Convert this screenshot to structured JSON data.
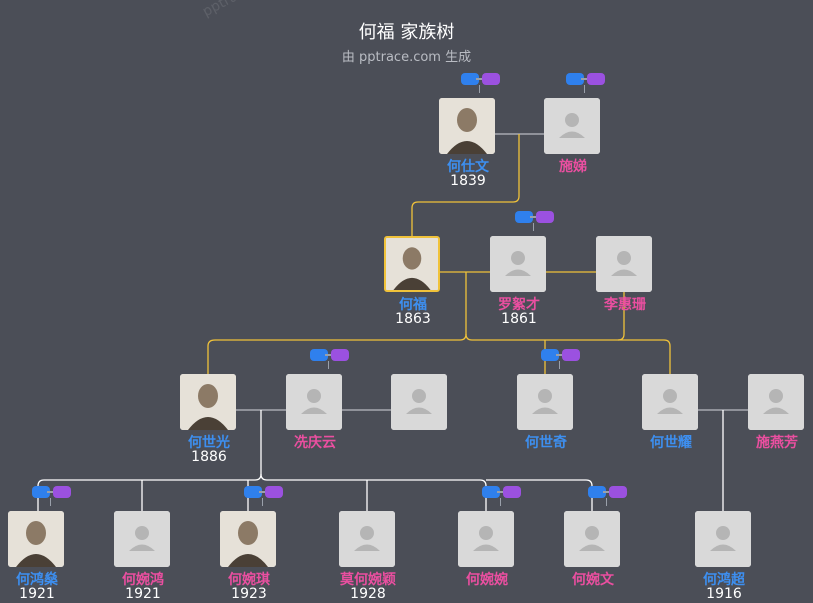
{
  "header": {
    "title": "何福 家族树",
    "subtitle": "由 pptrace.com 生成",
    "watermark": "pptrace.com"
  },
  "colors": {
    "background": "#4b4e57",
    "male_name": "#3d8ff0",
    "female_name": "#ea4fa0",
    "ancestor_line": "#f0c23a",
    "descendant_line": "#ffffff",
    "spouse_line": "#b9bcc3",
    "badge_blue": "#2f80ed",
    "badge_purple": "#9b51e0"
  },
  "people": [
    {
      "id": "heshiwen",
      "name": "何仕文",
      "year": "1839",
      "gender": "m",
      "photo": "portrait-photo"
    },
    {
      "id": "shiti",
      "name": "施娣",
      "year": "",
      "gender": "f",
      "photo": "avatar-placeholder"
    },
    {
      "id": "hefu",
      "name": "何福",
      "year": "1863",
      "gender": "m",
      "photo": "portrait-photo",
      "selected": true
    },
    {
      "id": "luoxucai",
      "name": "罗絮才",
      "year": "1861",
      "gender": "f",
      "photo": "avatar-placeholder"
    },
    {
      "id": "lihuishan",
      "name": "李惠珊",
      "year": "",
      "gender": "f",
      "photo": "avatar-placeholder"
    },
    {
      "id": "heshiguang",
      "name": "何世光",
      "year": "1886",
      "gender": "m",
      "photo": "portrait-photo"
    },
    {
      "id": "xianqingyun",
      "name": "冼庆云",
      "year": "",
      "gender": "f",
      "photo": "avatar-placeholder"
    },
    {
      "id": "spouse3",
      "name": "",
      "year": "",
      "gender": "f",
      "photo": "avatar-placeholder"
    },
    {
      "id": "heshiqi",
      "name": "何世奇",
      "year": "",
      "gender": "m",
      "photo": "avatar-placeholder"
    },
    {
      "id": "heshiyao",
      "name": "何世耀",
      "year": "",
      "gender": "m",
      "photo": "avatar-placeholder"
    },
    {
      "id": "shiyanfang",
      "name": "施燕芳",
      "year": "",
      "gender": "f",
      "photo": "avatar-placeholder"
    },
    {
      "id": "hehongshen",
      "name": "何鸿燊",
      "year": "1921",
      "gender": "m",
      "photo": "portrait-photo"
    },
    {
      "id": "hewanhong",
      "name": "何婉鸿",
      "year": "1921",
      "gender": "f",
      "photo": "avatar-placeholder"
    },
    {
      "id": "hewanqi",
      "name": "何婉琪",
      "year": "1923",
      "gender": "f",
      "photo": "portrait-photo"
    },
    {
      "id": "mohewanying",
      "name": "莫何婉颖",
      "year": "1928",
      "gender": "f",
      "photo": "avatar-placeholder"
    },
    {
      "id": "hewanwan",
      "name": "何婉婉",
      "year": "",
      "gender": "f",
      "photo": "avatar-placeholder"
    },
    {
      "id": "hewanwen",
      "name": "何婉文",
      "year": "",
      "gender": "f",
      "photo": "avatar-placeholder"
    },
    {
      "id": "hehongchao",
      "name": "何鸿超",
      "year": "1916",
      "gender": "m",
      "photo": "avatar-placeholder"
    }
  ]
}
